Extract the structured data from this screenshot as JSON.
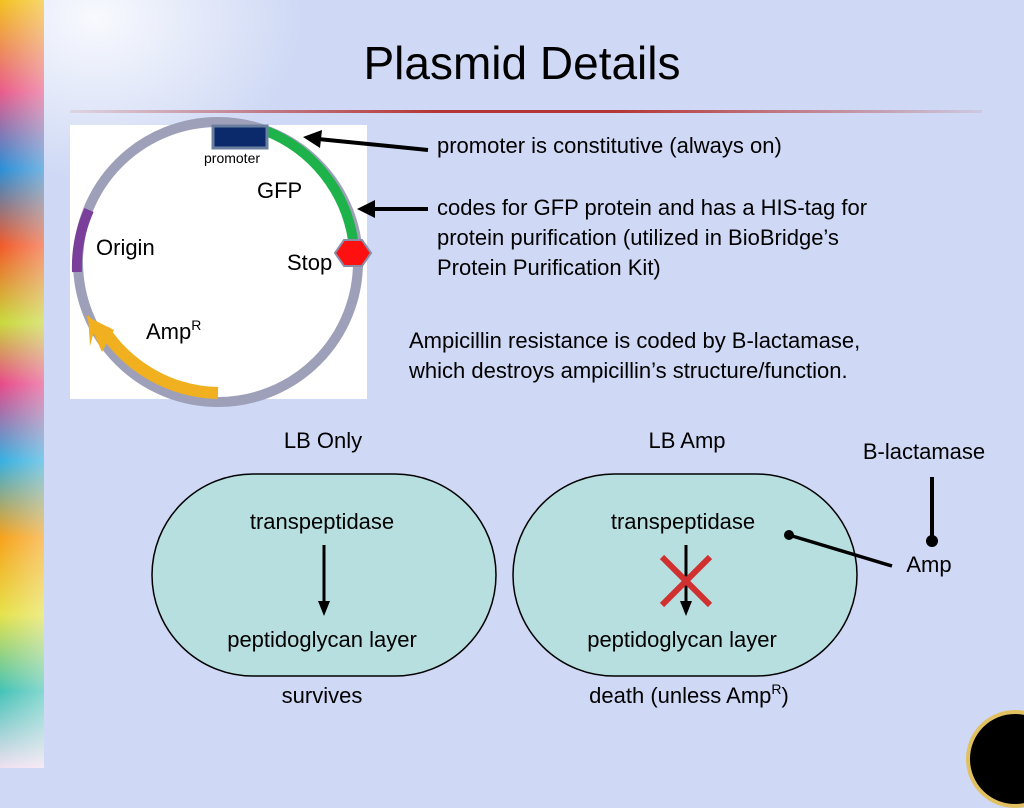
{
  "title": "Plasmid Details",
  "plasmid": {
    "promoter": "promoter",
    "gfp": "GFP",
    "origin": "Origin",
    "stop": "Stop",
    "amp": "Amp",
    "amp_sup": "R"
  },
  "notes": {
    "promoter": "promoter is constitutive (always on)",
    "gfp_line1": "codes for GFP protein and has a HIS-tag for",
    "gfp_line2": "protein purification (utilized in BioBridge’s",
    "gfp_line3": "Protein Purification Kit)",
    "amp_line1": "Ampicillin resistance is coded by B-lactamase,",
    "amp_line2": "which destroys ampicillin’s structure/function."
  },
  "cells": {
    "left": {
      "label": "LB Only",
      "enzyme": "transpeptidase",
      "product": "peptidoglycan layer",
      "outcome": "survives"
    },
    "right": {
      "label": "LB Amp",
      "enzyme": "transpeptidase",
      "product": "peptidoglycan layer",
      "outcome_prefix": "death (unless Amp",
      "outcome_sup": "R",
      "outcome_suffix": ")"
    }
  },
  "inhibitor": {
    "blactamase": "B-lactamase",
    "amp": "Amp"
  },
  "colors": {
    "background": "#cfd9f5",
    "cell_fill": "#b7dfe0",
    "gfp": "#1db34a",
    "promoter": "#0a2a6b",
    "stop": "#ff0000",
    "origin": "#7a3f9a",
    "amp": "#f0b020",
    "plasmid_ring": "#9da0b8",
    "cross": "#d03030"
  }
}
